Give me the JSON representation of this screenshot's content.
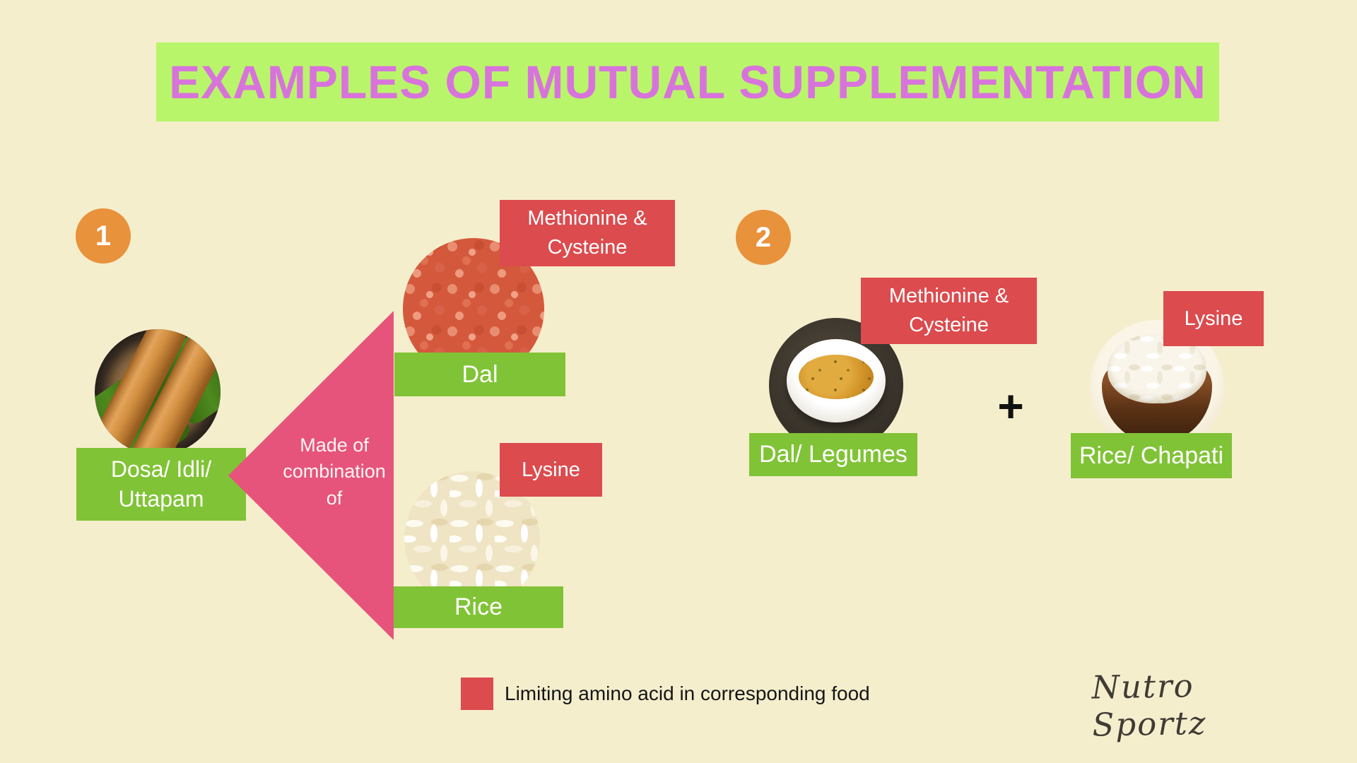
{
  "title": {
    "text": "EXAMPLES OF MUTUAL SUPPLEMENTATION"
  },
  "examples": [
    {
      "number": "1",
      "result": {
        "label": "Dosa/ Idli/ Uttapam",
        "image": "dosa-idli-plate-photo"
      },
      "connector": "Made of combination of",
      "components": [
        {
          "food": "Dal",
          "limiting_amino_acid": "Methionine & Cysteine",
          "image": "red-lentils-photo"
        },
        {
          "food": "Rice",
          "limiting_amino_acid": "Lysine",
          "image": "rice-grains-photo"
        }
      ]
    },
    {
      "number": "2",
      "operator": "+",
      "components": [
        {
          "food": "Dal/ Legumes",
          "limiting_amino_acid": "Methionine & Cysteine",
          "image": "dal-bowl-photo"
        },
        {
          "food": "Rice/ Chapati",
          "limiting_amino_acid": "Lysine",
          "image": "rice-bowl-photo"
        }
      ]
    }
  ],
  "legend": {
    "label": "Limiting amino acid in corresponding food"
  },
  "brand": {
    "name": "Nutro Sportz"
  },
  "colors": {
    "background": "#F5EECD",
    "title_bar_green": "#B9F56A",
    "title_text_magenta": "#D873DC",
    "badge_orange": "#E8923C",
    "triangle_pink": "#E6547C",
    "limiting_amino_red": "#DC4B4E",
    "food_label_green": "#80C336"
  }
}
